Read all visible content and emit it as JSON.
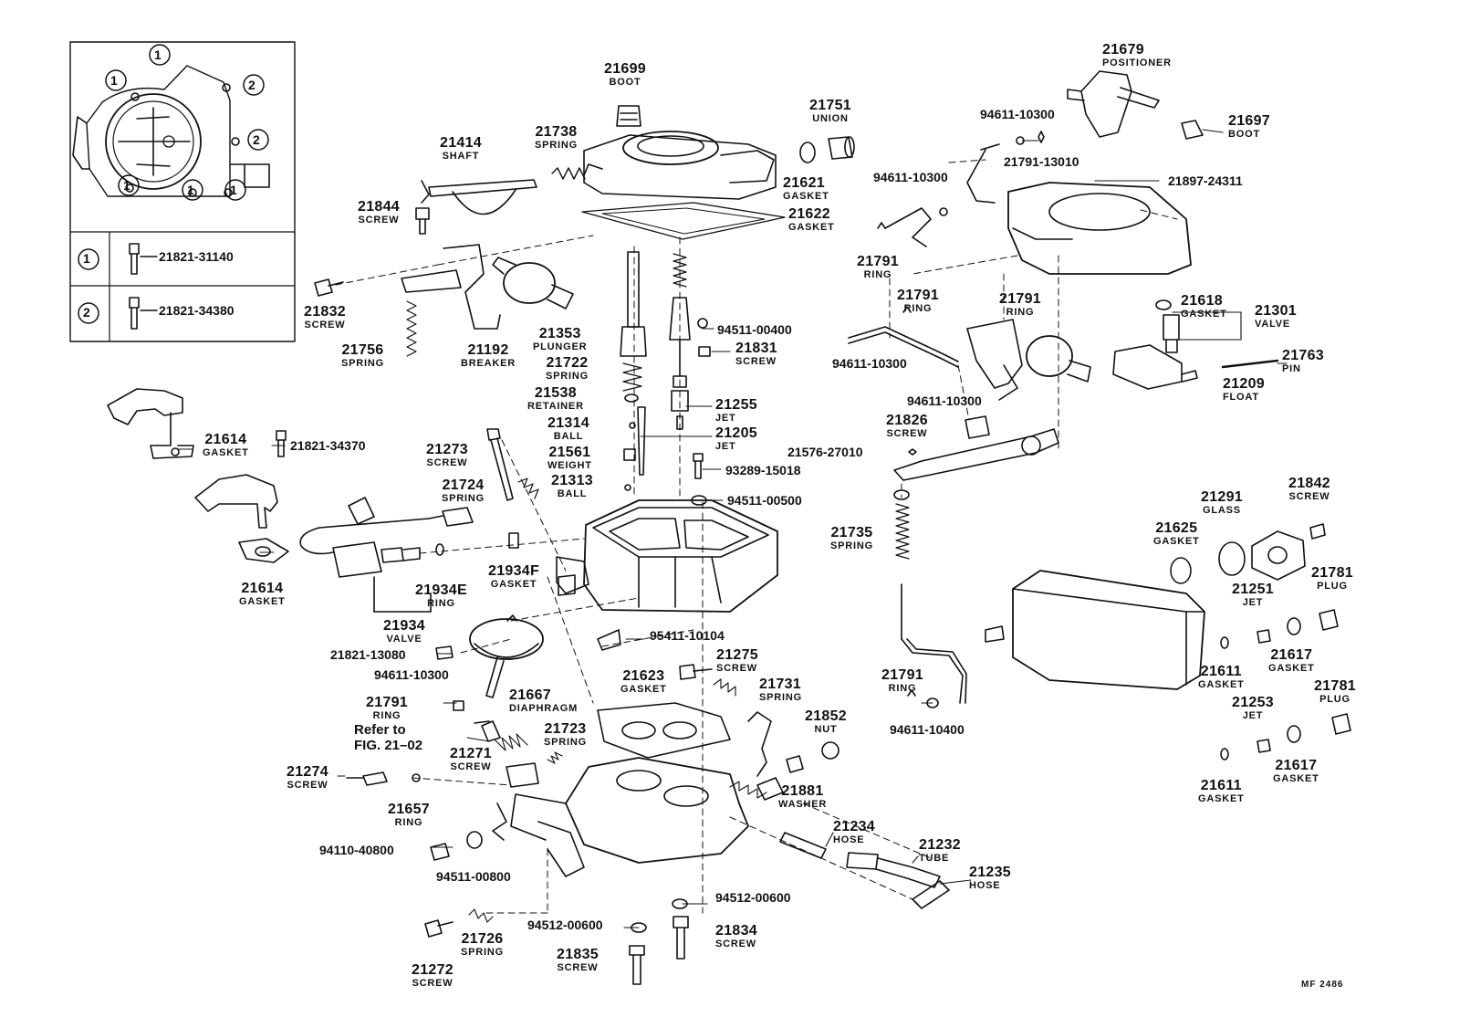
{
  "parts": {
    "p21699": {
      "num": "21699",
      "cap": "BOOT"
    },
    "p21751": {
      "num": "21751",
      "cap": "UNION"
    },
    "p21679": {
      "num": "21679",
      "cap": "POSITIONER"
    },
    "p21697": {
      "num": "21697",
      "cap": "BOOT"
    },
    "p21738": {
      "num": "21738",
      "cap": "SPRING"
    },
    "p21414": {
      "num": "21414",
      "cap": "SHAFT"
    },
    "p21621": {
      "num": "21621",
      "cap": "GASKET"
    },
    "p21622": {
      "num": "21622",
      "cap": "GASKET"
    },
    "p21844": {
      "num": "21844",
      "cap": "SCREW"
    },
    "p21832": {
      "num": "21832",
      "cap": "SCREW"
    },
    "p21756": {
      "num": "21756",
      "cap": "SPRING"
    },
    "p21192": {
      "num": "21192",
      "cap": "BREAKER"
    },
    "p21353": {
      "num": "21353",
      "cap": "PLUNGER"
    },
    "p21722": {
      "num": "21722",
      "cap": "SPRING"
    },
    "p21538": {
      "num": "21538",
      "cap": "RETAINER"
    },
    "p21314": {
      "num": "21314",
      "cap": "BALL"
    },
    "p21561": {
      "num": "21561",
      "cap": "WEIGHT"
    },
    "p21313": {
      "num": "21313",
      "cap": "BALL"
    },
    "p21831": {
      "num": "21831",
      "cap": "SCREW"
    },
    "p21255": {
      "num": "21255",
      "cap": "JET"
    },
    "p21205": {
      "num": "21205",
      "cap": "JET"
    },
    "p21614a": {
      "num": "21614",
      "cap": "GASKET"
    },
    "p21273": {
      "num": "21273",
      "cap": "SCREW"
    },
    "p21724": {
      "num": "21724",
      "cap": "SPRING"
    },
    "p21614b": {
      "num": "21614",
      "cap": "GASKET"
    },
    "p21934E": {
      "num": "21934E",
      "cap": "RING"
    },
    "p21934F": {
      "num": "21934F",
      "cap": "GASKET"
    },
    "p21934": {
      "num": "21934",
      "cap": "VALVE"
    },
    "p21791a": {
      "num": "21791",
      "cap": "RING"
    },
    "p21791b": {
      "num": "21791",
      "cap": "RING"
    },
    "p21791c": {
      "num": "21791",
      "cap": "RING"
    },
    "p21618": {
      "num": "21618",
      "cap": "GASKET"
    },
    "p21301": {
      "num": "21301",
      "cap": "VALVE"
    },
    "p21763": {
      "num": "21763",
      "cap": "PIN"
    },
    "p21209": {
      "num": "21209",
      "cap": "FLOAT"
    },
    "p21826": {
      "num": "21826",
      "cap": "SCREW"
    },
    "p21735": {
      "num": "21735",
      "cap": "SPRING"
    },
    "p21791d": {
      "num": "21791",
      "cap": "RING"
    },
    "p21291": {
      "num": "21291",
      "cap": "GLASS"
    },
    "p21842": {
      "num": "21842",
      "cap": "SCREW"
    },
    "p21625": {
      "num": "21625",
      "cap": "GASKET"
    },
    "p21251": {
      "num": "21251",
      "cap": "JET"
    },
    "p21781a": {
      "num": "21781",
      "cap": "PLUG"
    },
    "p21611a": {
      "num": "21611",
      "cap": "GASKET"
    },
    "p21617a": {
      "num": "21617",
      "cap": "GASKET"
    },
    "p21253": {
      "num": "21253",
      "cap": "JET"
    },
    "p21781b": {
      "num": "21781",
      "cap": "PLUG"
    },
    "p21611b": {
      "num": "21611",
      "cap": "GASKET"
    },
    "p21617b": {
      "num": "21617",
      "cap": "GASKET"
    },
    "p21667": {
      "num": "21667",
      "cap": "DIAPHRAGM"
    },
    "p21791e": {
      "num": "21791",
      "cap": "RING"
    },
    "p21275": {
      "num": "21275",
      "cap": "SCREW"
    },
    "p21623": {
      "num": "21623",
      "cap": "GASKET"
    },
    "p21731": {
      "num": "21731",
      "cap": "SPRING"
    },
    "p21852": {
      "num": "21852",
      "cap": "NUT"
    },
    "p21723": {
      "num": "21723",
      "cap": "SPRING"
    },
    "p21271": {
      "num": "21271",
      "cap": "SCREW"
    },
    "p21274": {
      "num": "21274",
      "cap": "SCREW"
    },
    "p21657": {
      "num": "21657",
      "cap": "RING"
    },
    "p21881": {
      "num": "21881",
      "cap": "WASHER"
    },
    "p21234": {
      "num": "21234",
      "cap": "HOSE"
    },
    "p21232": {
      "num": "21232",
      "cap": "TUBE"
    },
    "p21235": {
      "num": "21235",
      "cap": "HOSE"
    },
    "p21726": {
      "num": "21726",
      "cap": "SPRING"
    },
    "p21272": {
      "num": "21272",
      "cap": "SCREW"
    },
    "p21835": {
      "num": "21835",
      "cap": "SCREW"
    },
    "p21834": {
      "num": "21834",
      "cap": "SCREW"
    }
  },
  "pn": {
    "n94611_10300a": "94611-10300",
    "n94611_10300b": "94611-10300",
    "n21791_13010": "21791-13010",
    "n21897_24311": "21897-24311",
    "n94511_00400": "94511-00400",
    "n94611_10300c": "94611-10300",
    "n94611_10300d": "94611-10300",
    "n21576_27010": "21576-27010",
    "n93289_15018": "93289-15018",
    "n94511_00500": "94511-00500",
    "n21821_34370": "21821-34370",
    "n95411_10104": "95411-10104",
    "n21821_13080": "21821-13080",
    "n94611_10300e": "94611-10300",
    "n94611_10400": "94611-10400",
    "n94110_40800": "94110-40800",
    "n94511_00800": "94511-00800",
    "n94512_00600a": "94512-00600",
    "n94512_00600b": "94512-00600"
  },
  "inset": {
    "row1_code": "21821-31140",
    "row2_code": "21821-34380",
    "row1_key": "1",
    "row2_key": "2"
  },
  "refer": {
    "line1": "Refer to",
    "line2": "FIG. 21–02"
  },
  "footer": {
    "code": "MF  2486"
  }
}
